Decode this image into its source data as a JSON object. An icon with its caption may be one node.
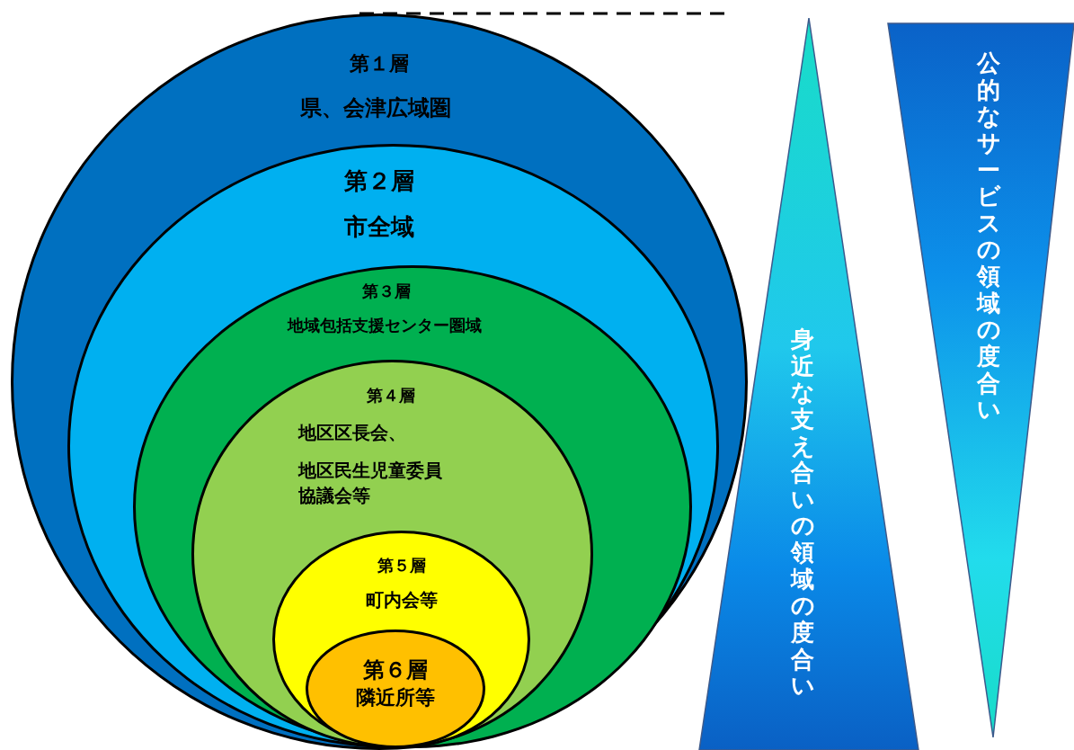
{
  "diagram": {
    "nodes": [
      {
        "text": [
          "第１層",
          "県、会津広域圏"
        ]
      },
      {
        "text": [
          "第２層",
          "市全域"
        ],
        "in": 0
      },
      {
        "text": [
          "第３層",
          "地域包括支援センター圏域"
        ],
        "in": 1
      },
      {
        "text": [
          "第４層",
          "地区区長会、",
          "地区民生児童委員協議会等"
        ],
        "in": 2
      },
      {
        "text": [
          "第５層",
          "町内会等"
        ],
        "in": 3
      },
      {
        "text": [
          "第６層",
          "隣近所等"
        ],
        "in": 4
      },
      {
        "text": [
          "身近な支え合いの領域の度合い"
        ]
      },
      {
        "text": [
          "公的なサービスの領域の度合い"
        ]
      }
    ],
    "edges": []
  }
}
